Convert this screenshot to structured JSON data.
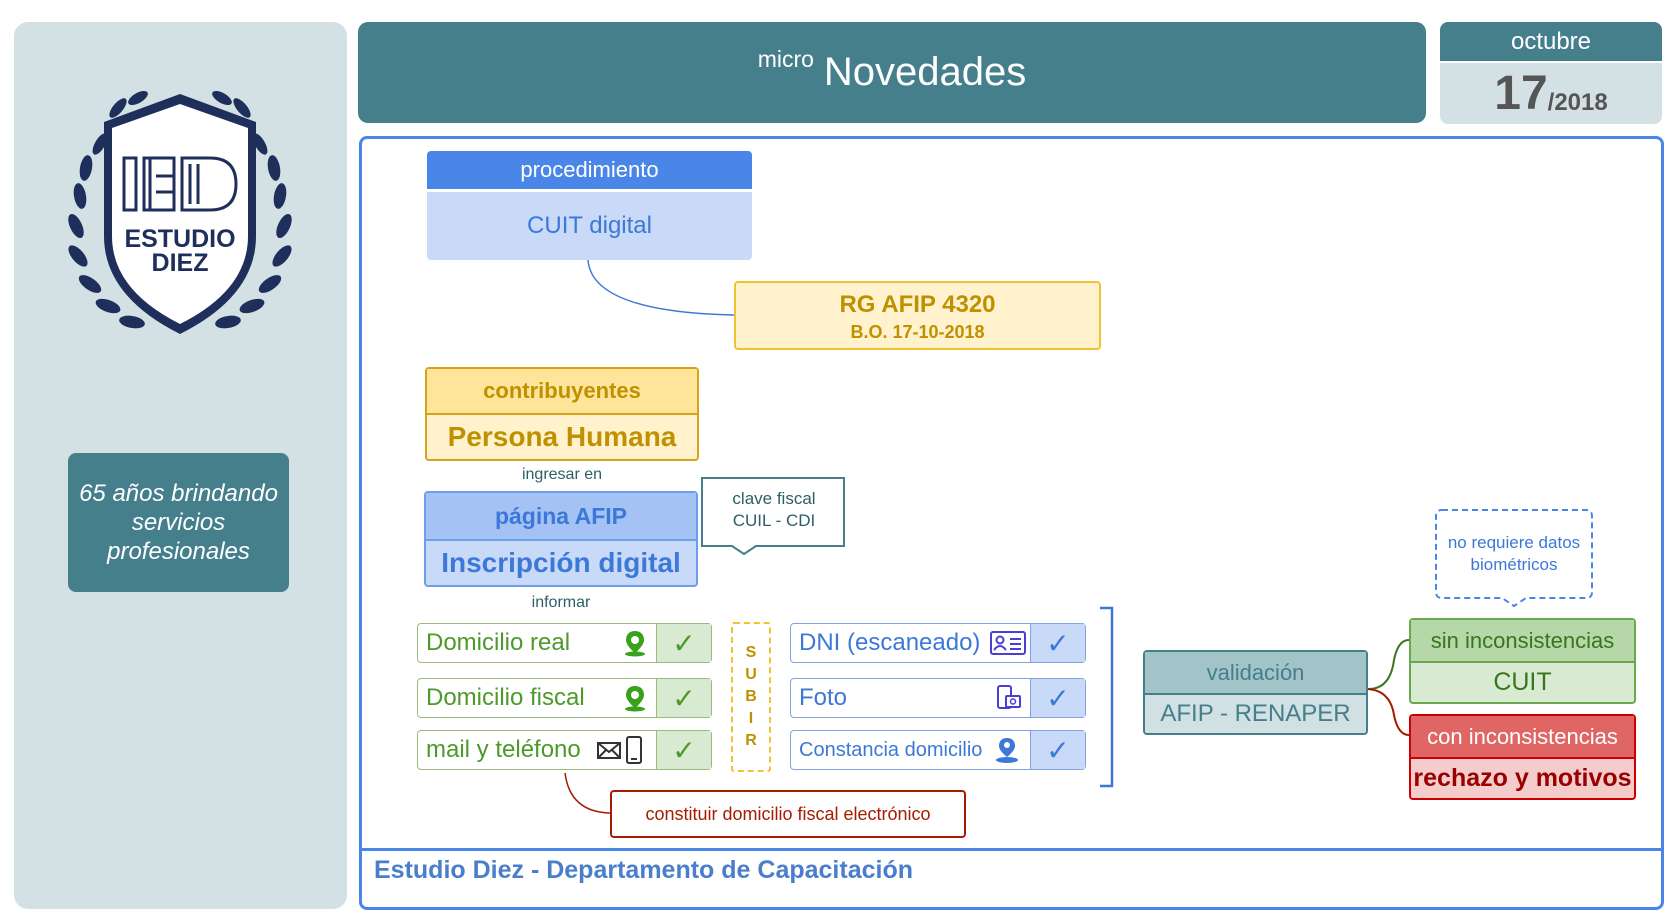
{
  "sidebar": {
    "logo_text_line1": "ESTUDIO",
    "logo_text_line2": "DIEZ",
    "tagline": "65 años brindando servicios profesionales"
  },
  "header": {
    "prefix": "micro",
    "title": "Novedades",
    "month": "octubre",
    "day": "17",
    "year": "/2018"
  },
  "diagram": {
    "procedimiento_label": "procedimiento",
    "procedimiento_value": "CUIT digital",
    "rg_title": "RG AFIP 4320",
    "rg_sub": "B.O. 17-10-2018",
    "contribuyentes_label": "contribuyentes",
    "contribuyentes_value": "Persona Humana",
    "ingresar_label": "ingresar en",
    "pagina_label": "página AFIP",
    "pagina_value": "Inscripción digital",
    "clave_line1": "clave fiscal",
    "clave_line2": "CUIL - CDI",
    "informar_label": "informar",
    "informar_items": [
      {
        "text": "Domicilio real",
        "icon": "location-pin-icon",
        "check": "✓"
      },
      {
        "text": "Domicilio fiscal",
        "icon": "location-pin-icon",
        "check": "✓"
      },
      {
        "text": "mail y teléfono",
        "icon": "mail-phone-icon",
        "check": "✓"
      }
    ],
    "subir": [
      "S",
      "U",
      "B",
      "I",
      "R"
    ],
    "subir_items": [
      {
        "text": "DNI (escaneado)",
        "icon": "id-card-icon",
        "check": "✓"
      },
      {
        "text": "Foto",
        "icon": "photo-phone-icon",
        "check": "✓"
      },
      {
        "text": "Constancia domicilio",
        "icon": "user-pin-icon",
        "check": "✓"
      }
    ],
    "domicilio_note": "constituir domicilio fiscal electrónico",
    "validacion_label": "validación",
    "validacion_value": "AFIP - RENAPER",
    "biometric_line1": "no requiere datos",
    "biometric_line2": "biométricos",
    "sin_label": "sin inconsistencias",
    "sin_value": "CUIT",
    "con_label": "con inconsistencias",
    "con_value": "rechazo y motivos"
  },
  "footer": {
    "text": "Estudio Diez - Departamento de Capacitación"
  },
  "colors": {
    "teal": "#457f8c",
    "blue": "#4a86e8",
    "green": "#4c9a2a",
    "red": "#cc4125",
    "yellow": "#bf9000"
  }
}
